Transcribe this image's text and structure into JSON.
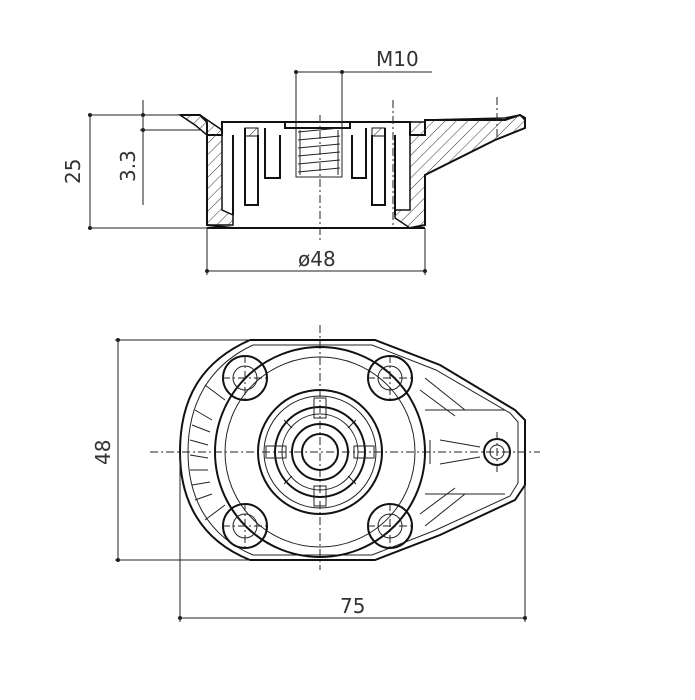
{
  "drawing": {
    "dimensions": {
      "thread": "M10",
      "height_total": "25",
      "height_flange": "3.3",
      "diameter": "ø48",
      "width_top_view": "48",
      "length_top_view": "75"
    }
  }
}
